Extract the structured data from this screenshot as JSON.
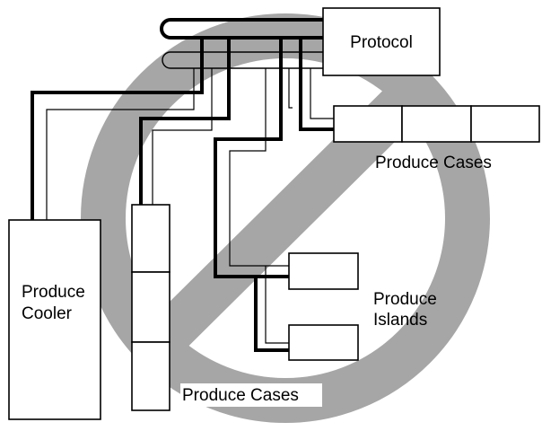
{
  "labels": {
    "protocol": "Protocol",
    "produce_cases_top": "Produce Cases",
    "produce_cooler_line1": "Produce",
    "produce_cooler_line2": "Cooler",
    "produce_islands_line1": "Produce",
    "produce_islands_line2": "Islands",
    "produce_cases_bottom": "Produce Cases"
  },
  "colors": {
    "prohibition_sign": "#a6a6a6",
    "line": "#000000",
    "box_fill": "#ffffff"
  }
}
